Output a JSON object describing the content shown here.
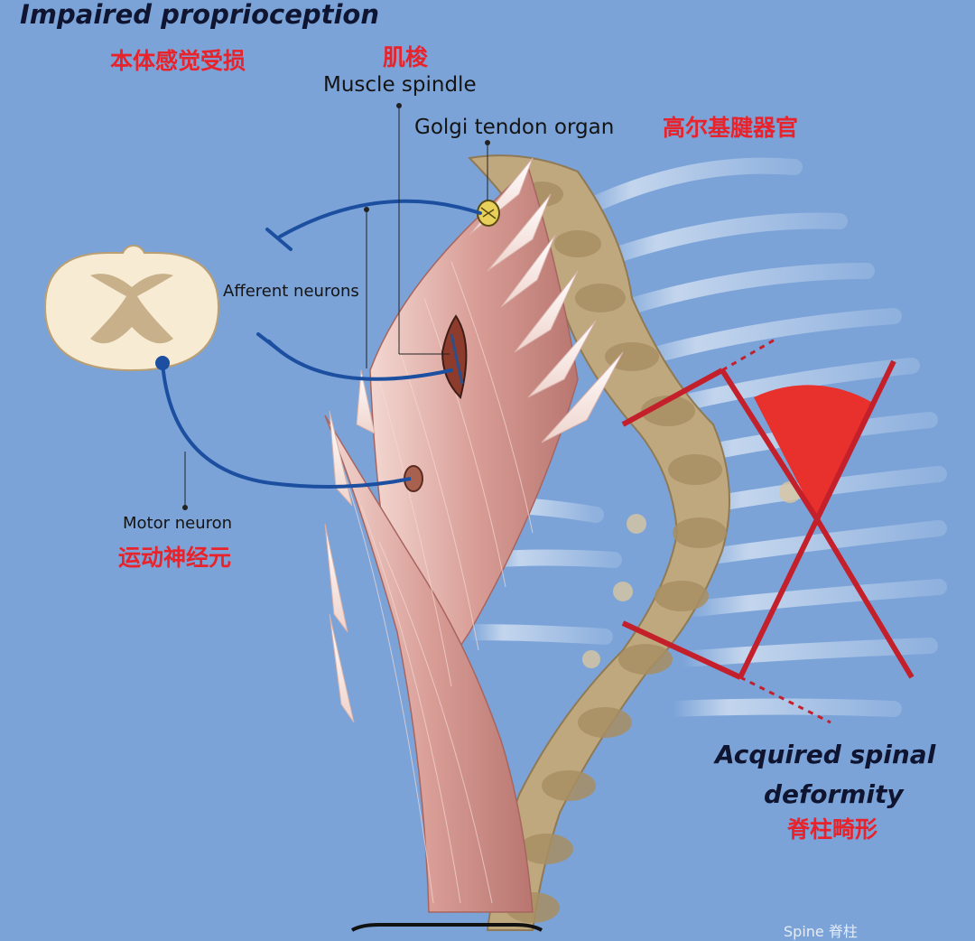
{
  "title": "Impaired proprioception",
  "title_cn": "本体感觉受损",
  "labels": {
    "muscle_spindle_cn": "肌梭",
    "muscle_spindle": "Muscle spindle",
    "golgi_tendon_organ": "Golgi tendon organ",
    "golgi_tendon_organ_cn": "高尔基腱器官",
    "afferent_neurons": "Afferent neurons",
    "motor_neuron": "Motor neuron",
    "motor_neuron_cn": "运动神经元",
    "spinal_deformity_line1": "Acquired spinal",
    "spinal_deformity_line2": "deformity",
    "spinal_deformity_cn": "脊柱畸形"
  },
  "watermark": "Spine 脊柱",
  "colors": {
    "background": "#7ba3d8",
    "neuron": "#1c4fa0",
    "cord_outer": "#f7ecd3",
    "cord_gray": "#c7b08a",
    "muscle": "#d7a19a",
    "vertebra": "#bfa77e",
    "angle_line": "#c4202b",
    "angle_fill": "#e8302c",
    "label_cn": "#e8232b"
  }
}
